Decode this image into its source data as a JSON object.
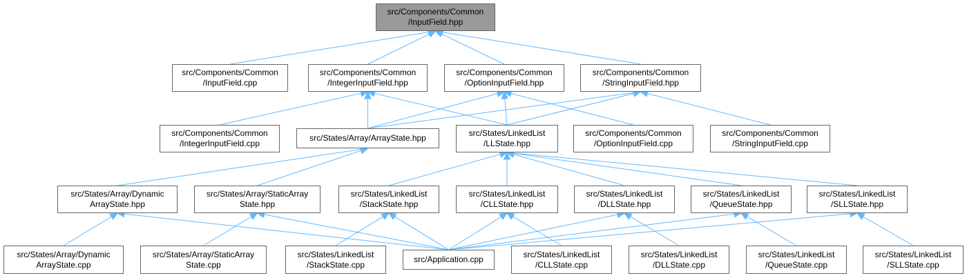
{
  "colors": {
    "edge": "#63b8ff",
    "node_border": "#666666",
    "root_fill": "#999999",
    "node_fill": "#ffffff"
  },
  "nodes": {
    "root": "src/Components/Common\n/InputField.hpp",
    "inputfield_cpp": "src/Components/Common\n/InputField.cpp",
    "intinput_hpp": "src/Components/Common\n/IntegerInputField.hpp",
    "optinput_hpp": "src/Components/Common\n/OptionInputField.hpp",
    "strinput_hpp": "src/Components/Common\n/StringInputField.hpp",
    "intinput_cpp": "src/Components/Common\n/IntegerInputField.cpp",
    "arraystate_hpp": "src/States/Array/ArrayState.hpp",
    "llstate_hpp": "src/States/LinkedList\n/LLState.hpp",
    "optinput_cpp": "src/Components/Common\n/OptionInputField.cpp",
    "strinput_cpp": "src/Components/Common\n/StringInputField.cpp",
    "dynarray_hpp": "src/States/Array/Dynamic\nArrayState.hpp",
    "staticarray_hpp": "src/States/Array/StaticArray\nState.hpp",
    "stack_hpp": "src/States/LinkedList\n/StackState.hpp",
    "cll_hpp": "src/States/LinkedList\n/CLLState.hpp",
    "dll_hpp": "src/States/LinkedList\n/DLLState.hpp",
    "queue_hpp": "src/States/LinkedList\n/QueueState.hpp",
    "sll_hpp": "src/States/LinkedList\n/SLLState.hpp",
    "dynarray_cpp": "src/States/Array/Dynamic\nArrayState.cpp",
    "staticarray_cpp": "src/States/Array/StaticArray\nState.cpp",
    "stack_cpp": "src/States/LinkedList\n/StackState.cpp",
    "application_cpp": "src/Application.cpp",
    "cll_cpp": "src/States/LinkedList\n/CLLState.cpp",
    "dll_cpp": "src/States/LinkedList\n/DLLState.cpp",
    "queue_cpp": "src/States/LinkedList\n/QueueState.cpp",
    "sll_cpp": "src/States/LinkedList\n/SLLState.cpp"
  },
  "edges": [
    [
      "inputfield_cpp",
      "root"
    ],
    [
      "intinput_hpp",
      "root"
    ],
    [
      "optinput_hpp",
      "root"
    ],
    [
      "strinput_hpp",
      "root"
    ],
    [
      "intinput_cpp",
      "intinput_hpp"
    ],
    [
      "arraystate_hpp",
      "intinput_hpp"
    ],
    [
      "llstate_hpp",
      "intinput_hpp"
    ],
    [
      "arraystate_hpp",
      "optinput_hpp"
    ],
    [
      "llstate_hpp",
      "optinput_hpp"
    ],
    [
      "optinput_cpp",
      "optinput_hpp"
    ],
    [
      "arraystate_hpp",
      "strinput_hpp"
    ],
    [
      "llstate_hpp",
      "strinput_hpp"
    ],
    [
      "strinput_cpp",
      "strinput_hpp"
    ],
    [
      "dynarray_hpp",
      "arraystate_hpp"
    ],
    [
      "staticarray_hpp",
      "arraystate_hpp"
    ],
    [
      "stack_hpp",
      "llstate_hpp"
    ],
    [
      "cll_hpp",
      "llstate_hpp"
    ],
    [
      "dll_hpp",
      "llstate_hpp"
    ],
    [
      "queue_hpp",
      "llstate_hpp"
    ],
    [
      "sll_hpp",
      "llstate_hpp"
    ],
    [
      "dynarray_cpp",
      "dynarray_hpp"
    ],
    [
      "application_cpp",
      "dynarray_hpp"
    ],
    [
      "staticarray_cpp",
      "staticarray_hpp"
    ],
    [
      "application_cpp",
      "staticarray_hpp"
    ],
    [
      "stack_cpp",
      "stack_hpp"
    ],
    [
      "application_cpp",
      "stack_hpp"
    ],
    [
      "application_cpp",
      "cll_hpp"
    ],
    [
      "cll_cpp",
      "cll_hpp"
    ],
    [
      "application_cpp",
      "dll_hpp"
    ],
    [
      "dll_cpp",
      "dll_hpp"
    ],
    [
      "application_cpp",
      "queue_hpp"
    ],
    [
      "queue_cpp",
      "queue_hpp"
    ],
    [
      "application_cpp",
      "sll_hpp"
    ],
    [
      "sll_cpp",
      "sll_hpp"
    ]
  ]
}
